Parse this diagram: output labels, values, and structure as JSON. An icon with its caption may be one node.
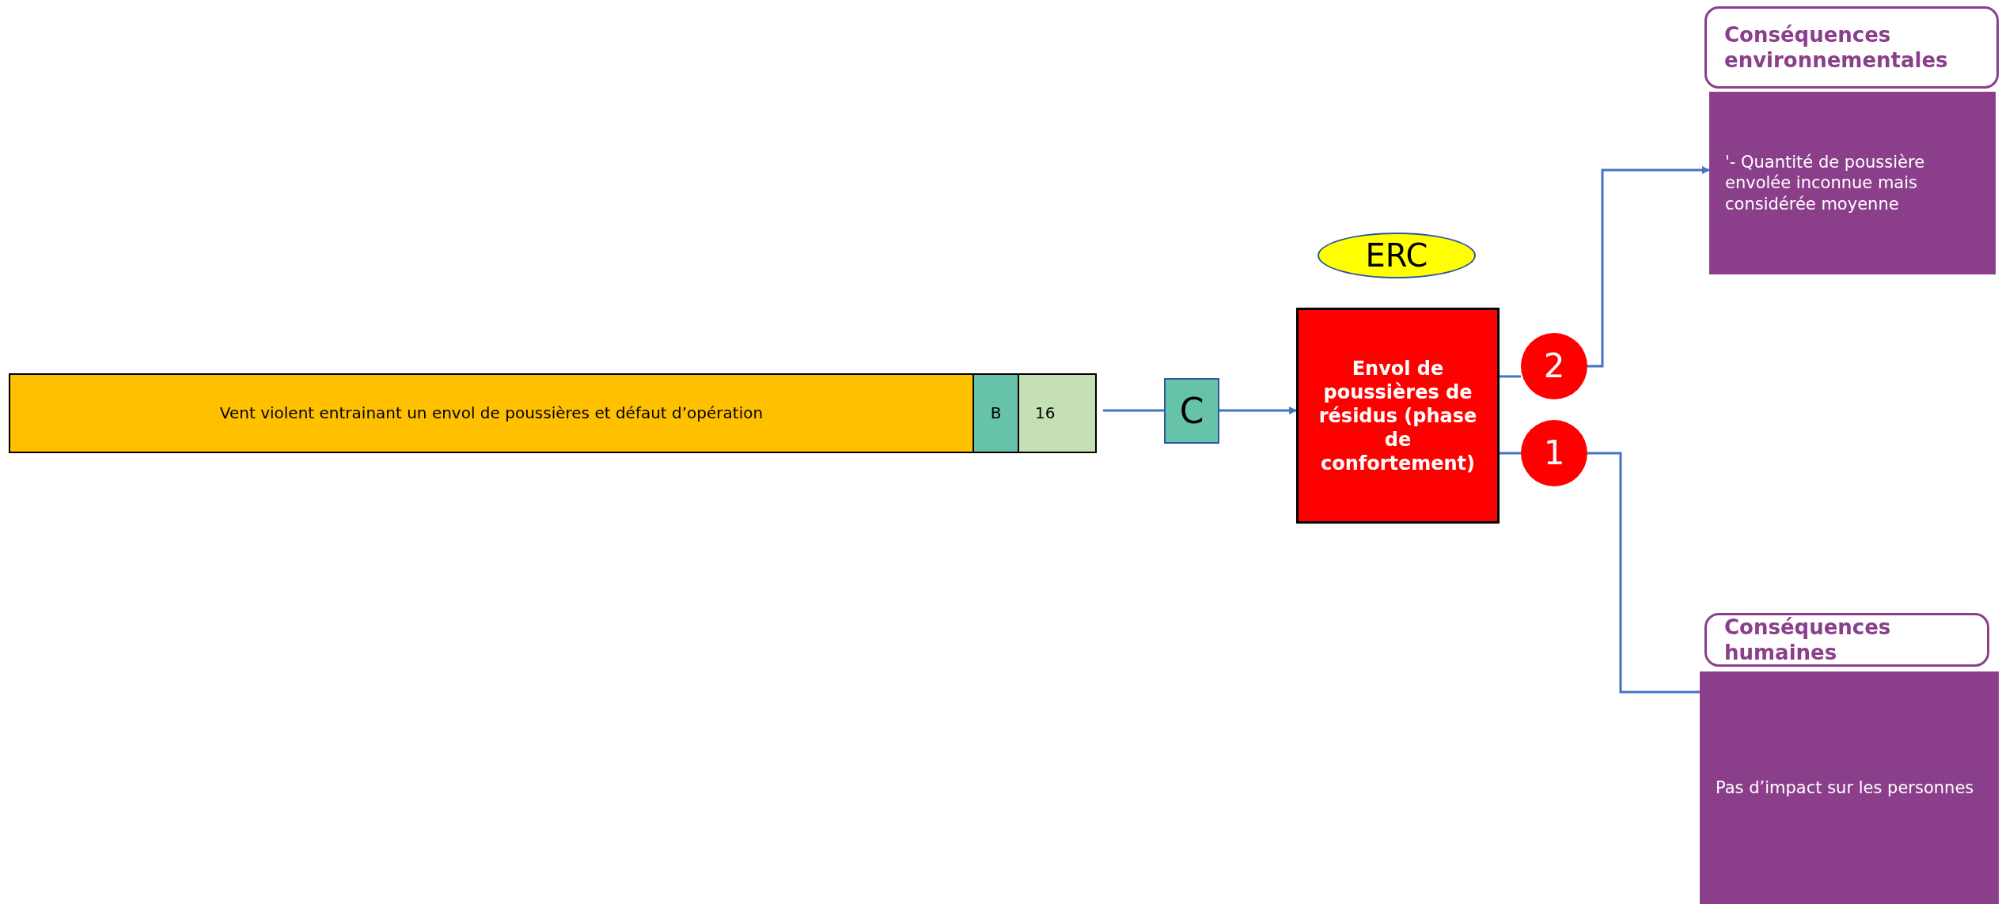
{
  "diagram": {
    "nodes": [
      {
        "text": [
          "Vent violent entrainant un envol de poussières et défaut d’opération"
        ]
      },
      {
        "text": [
          "B"
        ]
      },
      {
        "text": [
          "16"
        ]
      },
      {
        "text": [
          "C"
        ]
      },
      {
        "text": [
          "ERC"
        ]
      },
      {
        "text": [
          "Envol de poussières de résidus (phase de confortement)"
        ]
      },
      {
        "text": [
          "2"
        ]
      },
      {
        "text": [
          "1"
        ]
      },
      {
        "text": [
          "Conséquences environnementales"
        ]
      },
      {
        "text": [
          "'- Quantité de poussière envolée inconnue mais considérée moyenne"
        ]
      },
      {
        "text": [
          "Conséquences humaines"
        ]
      },
      {
        "text": [
          "Pas d’impact sur les personnes"
        ]
      }
    ],
    "edges": [
      {
        "from": 2,
        "to": 3,
        "arrow": "none"
      },
      {
        "from": 3,
        "to": 5,
        "arrow": "to"
      },
      {
        "from": 5,
        "to": 6,
        "arrow": "none"
      },
      {
        "from": 6,
        "to": 9,
        "arrow": "to"
      },
      {
        "from": 5,
        "to": 7,
        "arrow": "none"
      },
      {
        "from": 7,
        "to": 11,
        "arrow": "none"
      }
    ]
  }
}
